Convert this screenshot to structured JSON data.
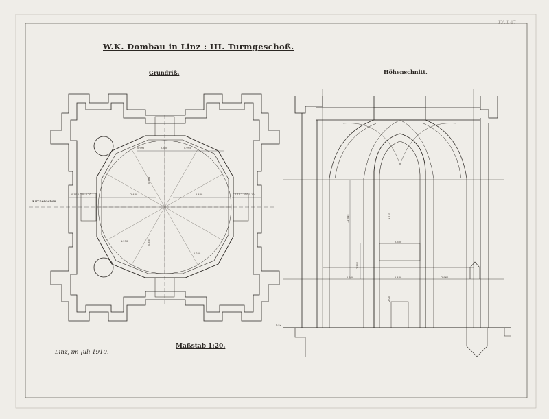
{
  "sheet": {
    "title": "W.K. Dombau in Linz : III. Turmgeschoß.",
    "archive_number": "KA I 47",
    "plan_label": "Grundriß.",
    "section_label": "Höhenschnitt.",
    "axis_label": "Kirchenachse",
    "scale_label": "Maßstab 1:20.",
    "date_signature": "Linz, im Juli 1910."
  },
  "plan_dims": {
    "top_a": "0.995",
    "top_b": "2.300",
    "top_c": "0.995",
    "mid_left": "2.480",
    "mid_right": "2.480",
    "left_side": "0.10 1.250 0.10",
    "right_side": "0.10 1.250 0.10",
    "vert_top": "0.555",
    "vert_bottom": "0.555",
    "diag_1": "1.250",
    "diag_2": "1.250"
  },
  "section_dims": {
    "height_total": "12.545",
    "height_arch": "9.105",
    "height_low": "2.500",
    "height_door": "2.00",
    "opening_width": "2.300",
    "span_left": "2.960",
    "span_mid": "2.480",
    "span_right": "2.960",
    "base_level": "0.42"
  },
  "colors": {
    "paper": "#efede8",
    "ink": "#2a2622",
    "faint": "#8e8983"
  }
}
